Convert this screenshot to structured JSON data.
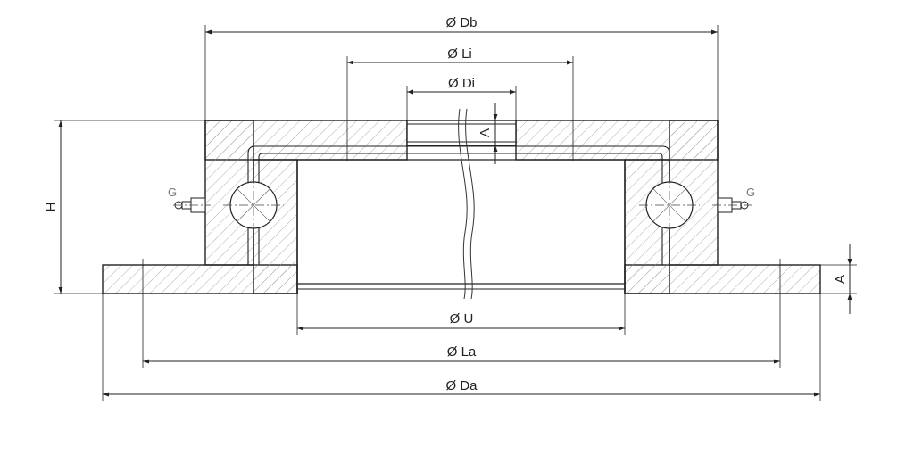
{
  "dimensions": {
    "db": "Ø Db",
    "li": "Ø Li",
    "di": "Ø Di",
    "u": "Ø U",
    "la": "Ø La",
    "da": "Ø Da",
    "h": "H",
    "a_top": "A",
    "a_side": "A"
  },
  "grease_fittings": {
    "left": "G",
    "right": "G"
  },
  "colors": {
    "line": "#222222",
    "hatch": "#9a9a9a",
    "background": "#ffffff"
  }
}
